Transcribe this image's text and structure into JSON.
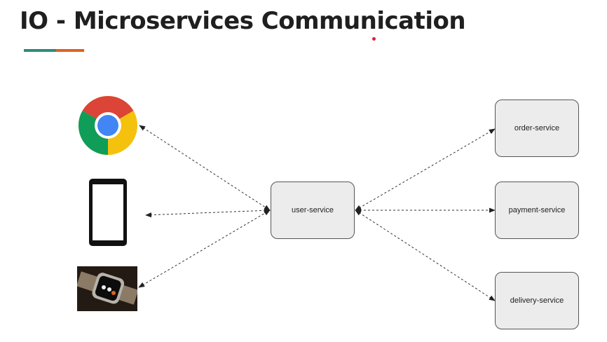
{
  "slide": {
    "title": "IO - Microservices Communication",
    "accent_colors": [
      "#2e8b7d",
      "#e0621d"
    ]
  },
  "clients": [
    {
      "id": "browser",
      "icon": "chrome-icon"
    },
    {
      "id": "mobile",
      "icon": "smartphone-icon"
    },
    {
      "id": "watch",
      "icon": "smartwatch-icon"
    }
  ],
  "services": {
    "gateway": "user-service",
    "downstream": [
      "order-service",
      "payment-service",
      "delivery-service"
    ]
  },
  "connections": [
    {
      "from": "browser",
      "to": "user-service",
      "style": "dashed",
      "arrows": "both"
    },
    {
      "from": "mobile",
      "to": "user-service",
      "style": "dashed",
      "arrows": "both"
    },
    {
      "from": "watch",
      "to": "user-service",
      "style": "dashed",
      "arrows": "both"
    },
    {
      "from": "user-service",
      "to": "order-service",
      "style": "dashed",
      "arrows": "both"
    },
    {
      "from": "user-service",
      "to": "payment-service",
      "style": "dashed",
      "arrows": "both"
    },
    {
      "from": "user-service",
      "to": "delivery-service",
      "style": "dashed",
      "arrows": "both"
    }
  ]
}
